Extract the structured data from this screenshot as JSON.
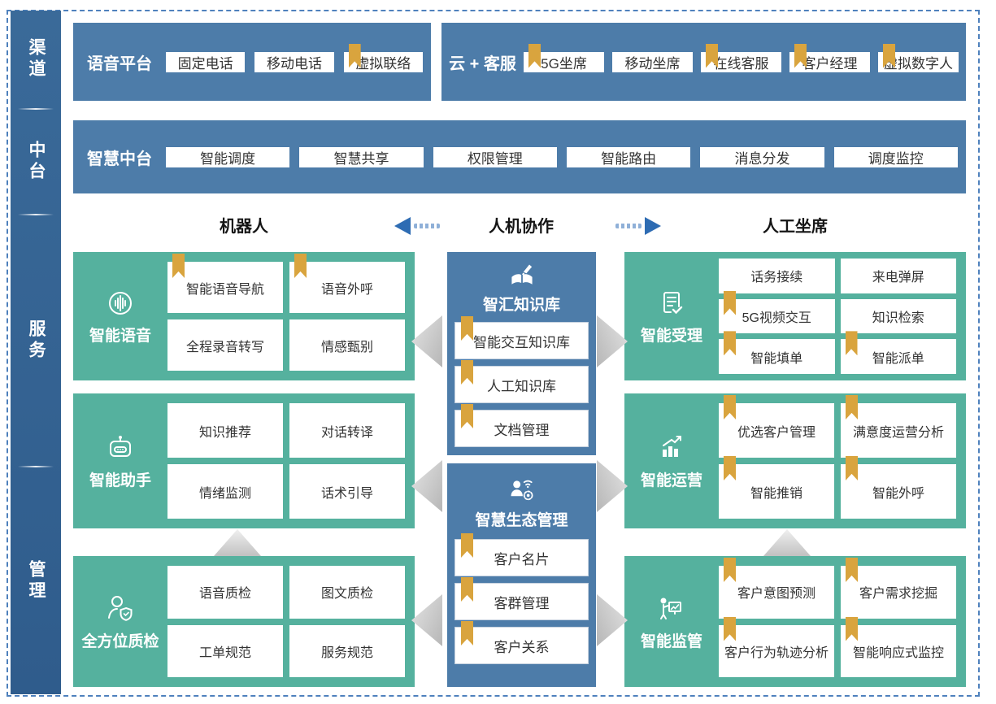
{
  "palette": {
    "panel_blue": "#4d7ca9",
    "sidebar_blue": "#34618f",
    "green": "#55b19e",
    "gold": "#d9a43e",
    "arrow_blue": "#2e6cb3",
    "border_blue": "#4f81bd"
  },
  "sidebar": {
    "sections": [
      {
        "label": "渠道"
      },
      {
        "label": "中台"
      },
      {
        "label": "服务"
      },
      {
        "label": "管理"
      }
    ]
  },
  "channel_row": {
    "voice_platform": {
      "label": "语音平台",
      "items": [
        {
          "label": "固定电话",
          "bookmark": false
        },
        {
          "label": "移动电话",
          "bookmark": false
        },
        {
          "label": "虚拟联络",
          "bookmark": true
        }
      ]
    },
    "cloud_service": {
      "label": "云 + 客服",
      "items": [
        {
          "label": "5G坐席",
          "bookmark": true
        },
        {
          "label": "移动坐席",
          "bookmark": false
        },
        {
          "label": "在线客服",
          "bookmark": true
        },
        {
          "label": "客户经理",
          "bookmark": true
        },
        {
          "label": "虚拟数字人",
          "bookmark": true
        }
      ]
    }
  },
  "platform_row": {
    "label": "智慧中台",
    "items": [
      {
        "label": "智能调度"
      },
      {
        "label": "智慧共享"
      },
      {
        "label": "权限管理"
      },
      {
        "label": "智能路由"
      },
      {
        "label": "消息分发"
      },
      {
        "label": "调度监控"
      }
    ]
  },
  "collab_header": {
    "left": "机器人",
    "center": "人机协作",
    "right": "人工坐席"
  },
  "left_blocks": [
    {
      "title": "智能语音",
      "icon": "voice-wave-icon",
      "items": [
        {
          "label": "智能语音导航",
          "bookmark": true
        },
        {
          "label": "语音外呼",
          "bookmark": true
        },
        {
          "label": "全程录音转写",
          "bookmark": false
        },
        {
          "label": "情感甄别",
          "bookmark": false
        }
      ]
    },
    {
      "title": "智能助手",
      "icon": "robot-icon",
      "items": [
        {
          "label": "知识推荐",
          "bookmark": false
        },
        {
          "label": "对话转译",
          "bookmark": false
        },
        {
          "label": "情绪监测",
          "bookmark": false
        },
        {
          "label": "话术引导",
          "bookmark": false
        }
      ]
    },
    {
      "title": "全方位质检",
      "icon": "quality-inspector-icon",
      "items": [
        {
          "label": "语音质检",
          "bookmark": false
        },
        {
          "label": "图文质检",
          "bookmark": false
        },
        {
          "label": "工单规范",
          "bookmark": false
        },
        {
          "label": "服务规范",
          "bookmark": false
        }
      ]
    }
  ],
  "center_blocks": [
    {
      "title": "智汇知识库",
      "icon": "knowledge-book-icon",
      "items": [
        {
          "label": "智能交互知识库",
          "bookmark": true
        },
        {
          "label": "人工知识库",
          "bookmark": true
        },
        {
          "label": "文档管理",
          "bookmark": true
        }
      ]
    },
    {
      "title": "智慧生态管理",
      "icon": "eco-person-icon",
      "items": [
        {
          "label": "客户名片",
          "bookmark": true
        },
        {
          "label": "客群管理",
          "bookmark": true
        },
        {
          "label": "客户关系",
          "bookmark": true
        }
      ]
    }
  ],
  "right_blocks": [
    {
      "title": "智能受理",
      "icon": "document-check-icon",
      "items": [
        {
          "label": "话务接续",
          "bookmark": false
        },
        {
          "label": "来电弹屏",
          "bookmark": false
        },
        {
          "label": "5G视频交互",
          "bookmark": true
        },
        {
          "label": "知识检索",
          "bookmark": false
        },
        {
          "label": "智能填单",
          "bookmark": true
        },
        {
          "label": "智能派单",
          "bookmark": true
        }
      ]
    },
    {
      "title": "智能运营",
      "icon": "trend-chart-icon",
      "items": [
        {
          "label": "优选客户管理",
          "bookmark": true
        },
        {
          "label": "满意度运营分析",
          "bookmark": true
        },
        {
          "label": "智能推销",
          "bookmark": true
        },
        {
          "label": "智能外呼",
          "bookmark": true
        }
      ]
    },
    {
      "title": "智能监管",
      "icon": "supervisor-board-icon",
      "items": [
        {
          "label": "客户意图预测",
          "bookmark": true
        },
        {
          "label": "客户需求挖掘",
          "bookmark": true
        },
        {
          "label": "客户行为轨迹分析",
          "bookmark": true
        },
        {
          "label": "智能响应式监控",
          "bookmark": true
        }
      ]
    }
  ]
}
